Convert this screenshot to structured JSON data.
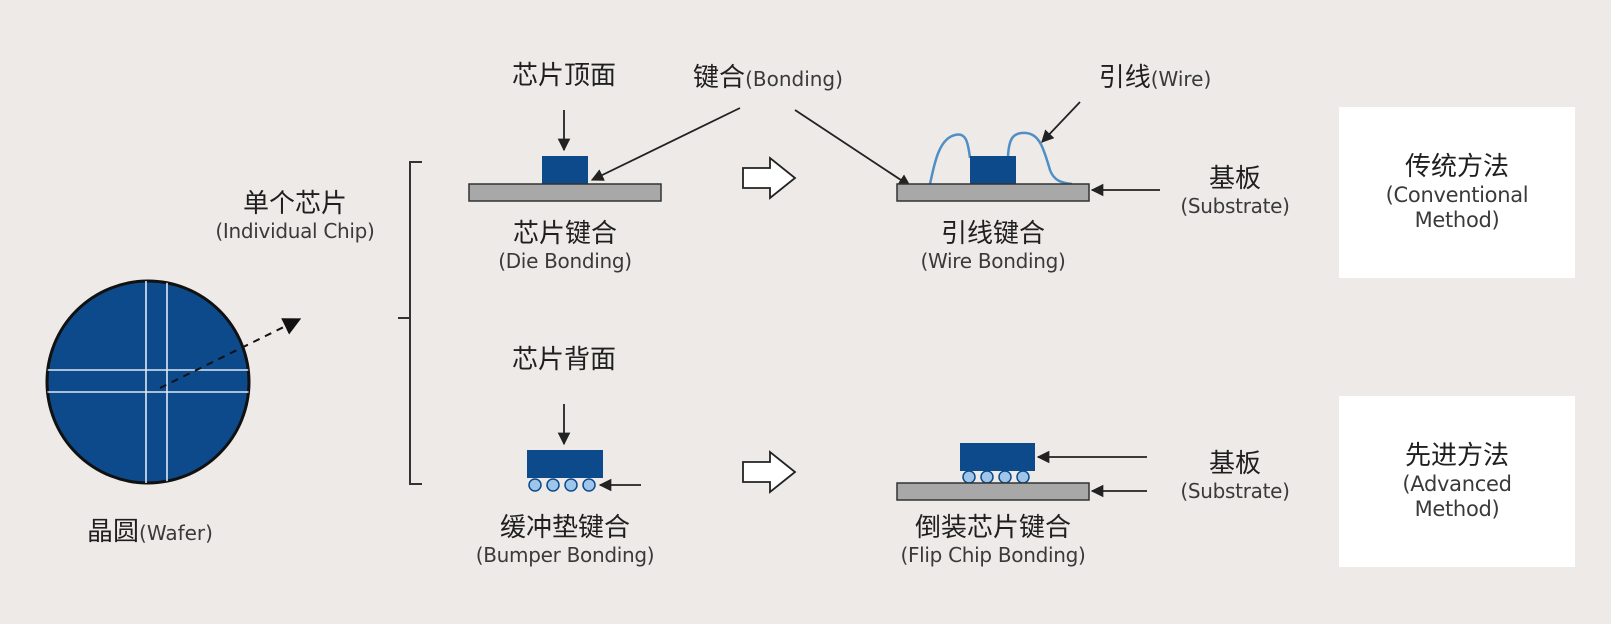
{
  "wafer": {
    "zh": "晶圆",
    "en": "(Wafer)"
  },
  "individual_chip": {
    "zh": "单个芯片",
    "en": "(Individual Chip)"
  },
  "chip_top": {
    "zh": "芯片顶面"
  },
  "bonding": {
    "zh": "键合",
    "en": "(Bonding)"
  },
  "wire": {
    "zh": "引线",
    "en": "(Wire)"
  },
  "die_bonding": {
    "zh": "芯片键合",
    "en": "(Die Bonding)"
  },
  "wire_bonding": {
    "zh": "引线键合",
    "en": "(Wire Bonding)"
  },
  "substrate_top": {
    "zh": "基板",
    "en": "(Substrate)"
  },
  "conventional": {
    "zh": "传统方法",
    "en1": "(Conventional",
    "en2": "Method)"
  },
  "chip_back": {
    "zh": "芯片背面"
  },
  "bumper_bonding": {
    "zh": "缓冲垫键合",
    "en": "(Bumper Bonding)"
  },
  "flip_chip_bonding": {
    "zh": "倒装芯片键合",
    "en": "(Flip Chip Bonding)"
  },
  "substrate_bottom": {
    "zh": "基板",
    "en": "(Substrate)"
  },
  "advanced": {
    "zh": "先进方法",
    "en1": "(Advanced",
    "en2": "Method)"
  },
  "colors": {
    "background": "#edeae8",
    "chip_blue": "#0d4a8c",
    "substrate_gray": "#a8a8a8",
    "wire_blue": "#4f8fc6",
    "bump_blue": "#9ec6ea",
    "box_white": "#ffffff"
  }
}
